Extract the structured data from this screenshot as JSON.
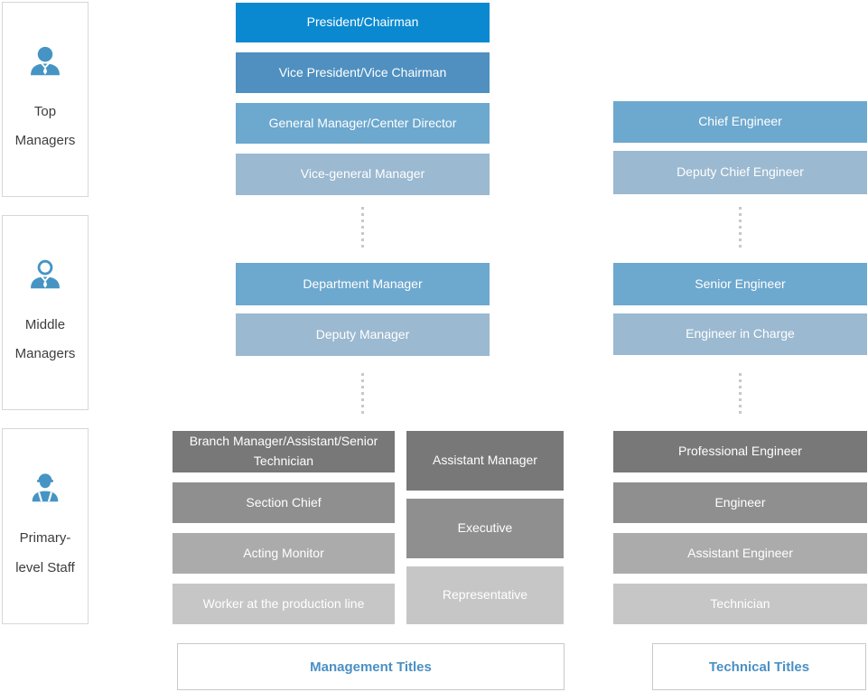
{
  "palette": {
    "blue_bright": "#0a89d0",
    "blue_dark": "#4f90c0",
    "blue_mid": "#6da8ce",
    "blue_light": "#9bb9d0",
    "gray_dark": "#787878",
    "gray_mid": "#8f8f8f",
    "gray_light": "#ababab",
    "gray_lightest": "#c6c6c6",
    "accent_text": "#4a90c4",
    "icon_blue": "#4694c4"
  },
  "staff_groups": [
    {
      "label": "Top Managers",
      "icon": "businessman-icon"
    },
    {
      "label": "Middle Managers",
      "icon": "manager-person-icon"
    },
    {
      "label": "Primary-level Staff",
      "icon": "construction-worker-icon"
    }
  ],
  "management": {
    "top": [
      "President/Chairman",
      "Vice President/Vice Chairman",
      "General Manager/Center Director",
      "Vice-general Manager"
    ],
    "mid": [
      "Department Manager",
      "Deputy Manager"
    ],
    "bottom_left": [
      "Branch Manager/Assistant/Senior Technician",
      "Section Chief",
      "Acting Monitor",
      "Worker at the production line"
    ],
    "bottom_mid": [
      "Assistant Manager",
      "Executive",
      "Representative"
    ],
    "footer": "Management Titles"
  },
  "technical": {
    "top": [
      "Chief Engineer",
      "Deputy Chief Engineer"
    ],
    "mid": [
      "Senior Engineer",
      "Engineer in Charge"
    ],
    "bottom": [
      "Professional Engineer",
      "Engineer",
      "Assistant Engineer",
      "Technician"
    ],
    "footer": "Technical Titles"
  }
}
